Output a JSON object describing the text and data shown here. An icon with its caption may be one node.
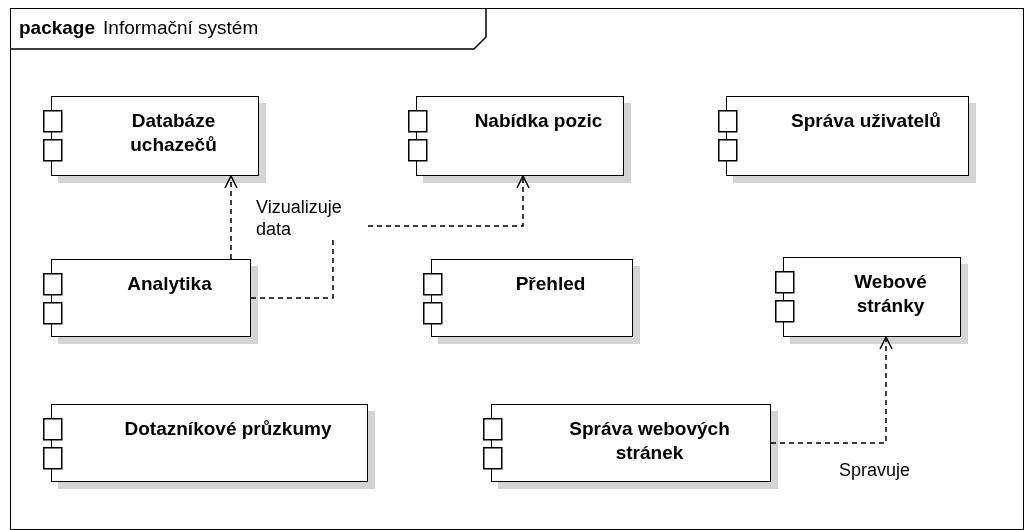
{
  "diagram": {
    "nodes": [
      {
        "text": [
          "package",
          "Informační systém"
        ]
      },
      {
        "text": [
          "Databáze uchazečů"
        ],
        "in": 0
      },
      {
        "text": [
          "Nabídka pozic"
        ],
        "in": 0
      },
      {
        "text": [
          "Správa uživatelů"
        ],
        "in": 0
      },
      {
        "text": [
          "Analytika"
        ],
        "in": 0
      },
      {
        "text": [
          "Přehled"
        ],
        "in": 0
      },
      {
        "text": [
          "Webové stránky"
        ],
        "in": 0
      },
      {
        "text": [
          "Dotazníkové průzkumy"
        ],
        "in": 0
      },
      {
        "text": [
          "Správa webových stránek"
        ],
        "in": 0
      }
    ],
    "edges": [
      {
        "from": 4,
        "to": 1,
        "arrow": "to",
        "style": "dashed",
        "label": "Vizualizuje data"
      },
      {
        "from": 4,
        "to": 2,
        "arrow": "to",
        "style": "dashed"
      },
      {
        "from": 8,
        "to": 6,
        "arrow": "to",
        "style": "dashed",
        "label": "Spravuje"
      }
    ]
  }
}
